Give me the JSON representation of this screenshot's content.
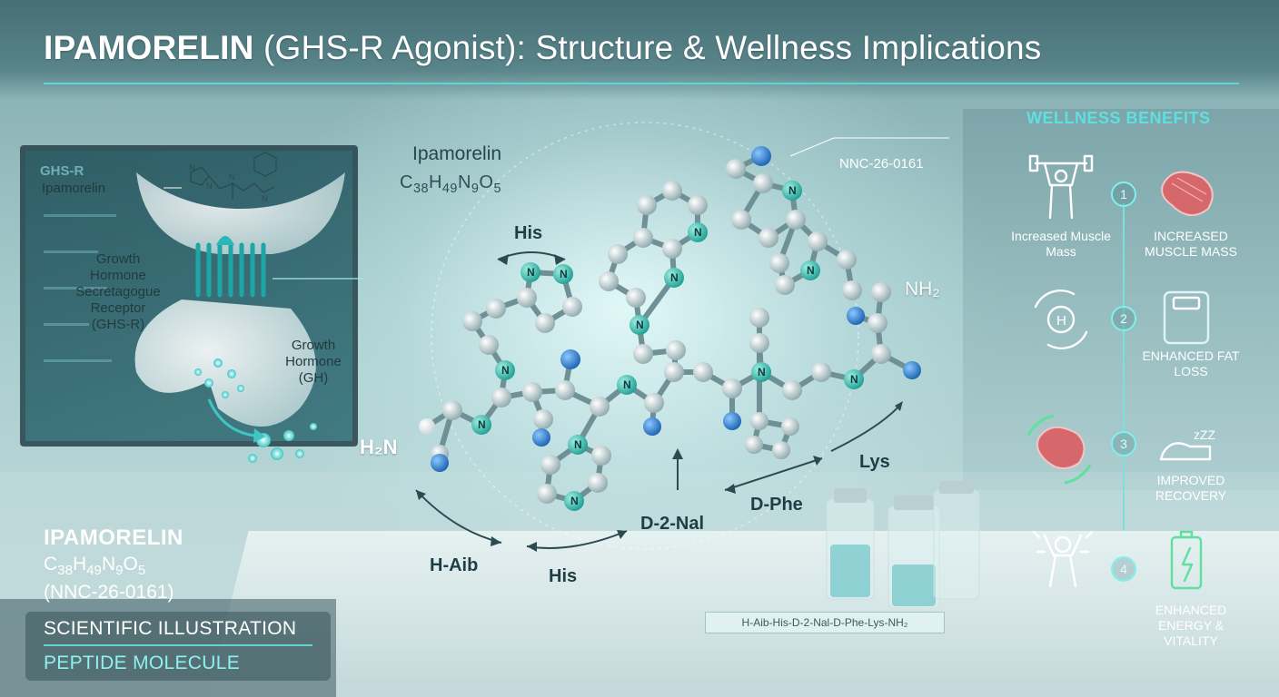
{
  "title": {
    "bold": "IPAMORELIN",
    "rest": " (GHS-R Agonist): Structure & Wellness Implications"
  },
  "receptor_diagram": {
    "monitor_label": "GHS-R",
    "ligand_label": "Ipamorelin",
    "receptor_label_lines": [
      "Growth",
      "Hormone",
      "Secretagogue",
      "Receptor",
      "(GHS-R)"
    ],
    "gh_label_lines": [
      "Growth",
      "Hormone",
      "(GH)"
    ]
  },
  "molecule": {
    "name": "Ipamorelin",
    "formula_parts": [
      {
        "t": "C",
        "sub": false
      },
      {
        "t": "38",
        "sub": true
      },
      {
        "t": "H",
        "sub": false
      },
      {
        "t": "49",
        "sub": true
      },
      {
        "t": "N",
        "sub": false
      },
      {
        "t": "9",
        "sub": true
      },
      {
        "t": "O",
        "sub": false
      },
      {
        "t": "5",
        "sub": true
      }
    ],
    "code": "NNC-26-0161",
    "h2n_label": "H₂N",
    "nh2_label": "NH₂",
    "atom_symbol": "N",
    "residues": {
      "his_top": "His",
      "his_bottom": "His",
      "h_aib": "H-Aib",
      "d_2_nal": "D-2-Nal",
      "d_phe": "D-Phe",
      "lys": "Lys"
    },
    "sequence": "H-Aib-His-D-2-Nal-D-Phe-Lys-NH₂"
  },
  "left_info": {
    "name": "IPAMORELIN",
    "formula_parts": [
      {
        "t": "C",
        "sub": false
      },
      {
        "t": "38",
        "sub": true
      },
      {
        "t": "H",
        "sub": false
      },
      {
        "t": "49",
        "sub": true
      },
      {
        "t": "N",
        "sub": false
      },
      {
        "t": "9",
        "sub": true
      },
      {
        "t": "O",
        "sub": false
      },
      {
        "t": "5",
        "sub": true
      }
    ],
    "code": "(NNC-26-0161)",
    "line1": "SCIENTIFIC ILLUSTRATION",
    "line2": "PEPTIDE MOLECULE"
  },
  "wellness": {
    "title": "WELLNESS BENEFITS",
    "small_caption": "Increased Muscle Mass",
    "icons": [
      "weightlifter-icon",
      "muscle-icon",
      "hormone-cycle-icon",
      "scale-icon",
      "muscle-recovery-icon",
      "sleep-icon",
      "energy-person-icon",
      "battery-icon"
    ],
    "items": [
      {
        "number": "1",
        "label": "INCREASED MUSCLE MASS"
      },
      {
        "number": "2",
        "label": "ENHANCED FAT LOSS"
      },
      {
        "number": "3",
        "label": "IMPROVED RECOVERY"
      },
      {
        "number": "4",
        "label": "ENHANCED ENERGY & VITALITY"
      }
    ],
    "h_symbol": "H",
    "zzz": "zZZ"
  },
  "colors": {
    "accent": "#5fd5d6",
    "atom_gray": "#b9cdd0",
    "atom_teal": "#2eb3a8",
    "atom_blue": "#1f78c8",
    "bond": "#6f9196"
  }
}
